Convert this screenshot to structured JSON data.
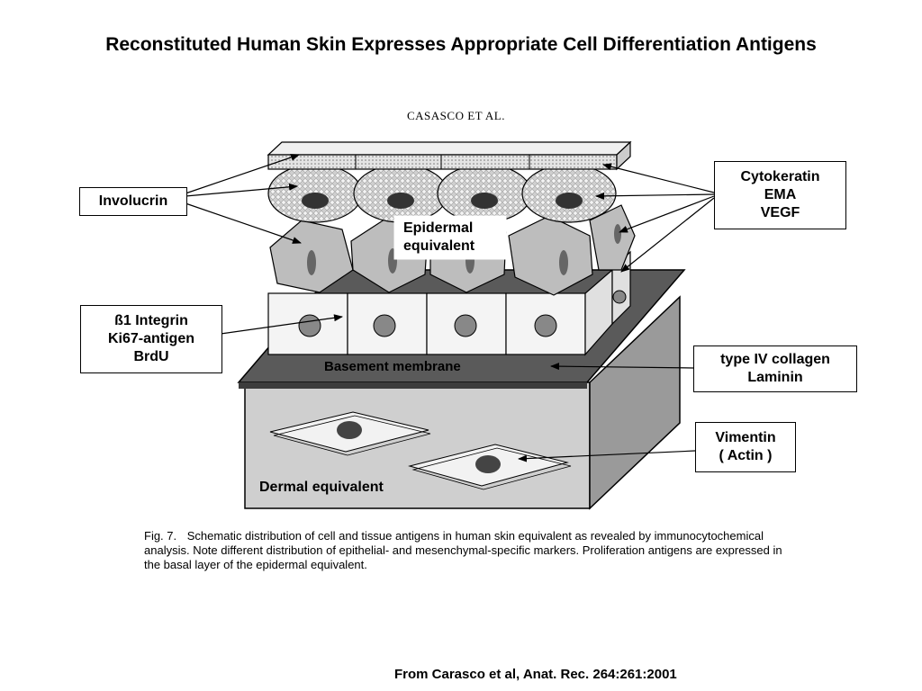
{
  "slide": {
    "title": "Reconstituted Human Skin Expresses Appropriate Cell Differentiation Antigens",
    "credit": "From Carasco et al, Anat. Rec. 264:261:2001"
  },
  "figure": {
    "header": "CASASCO ET AL.",
    "layers": {
      "epidermal": [
        "Epidermal",
        "equivalent"
      ],
      "basement": "Basement membrane",
      "dermal": "Dermal equivalent"
    },
    "labels": {
      "involucrin": "Involucrin",
      "cytokeratin": [
        "Cytokeratin",
        "EMA",
        "VEGF"
      ],
      "integrin": [
        "ß1 Integrin",
        "Ki67-antigen",
        "BrdU"
      ],
      "collagen": [
        "type IV collagen",
        "Laminin"
      ],
      "vimentin": [
        "Vimentin",
        "( Actin )"
      ]
    },
    "caption": {
      "fignum": "Fig. 7.",
      "text": "Schematic distribution of cell and tissue antigens in human skin equivalent as revealed by immunocytochemical analysis. Note different distribution of epithelial- and mesenchymal-specific markers. Proliferation antigens are expressed in the basal layer of the epidermal equivalent."
    }
  }
}
